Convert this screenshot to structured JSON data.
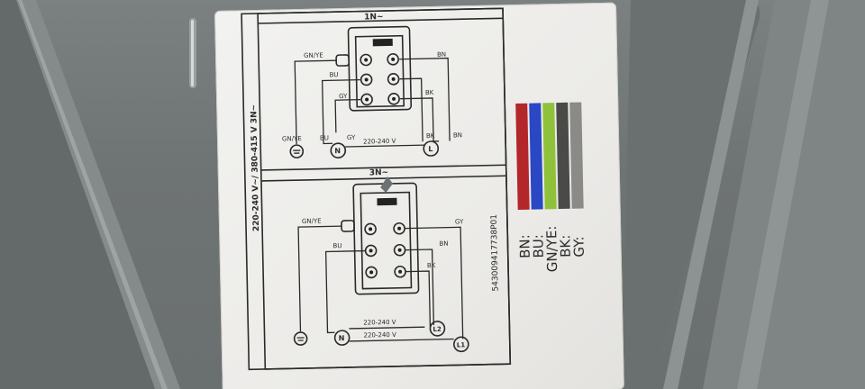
{
  "label": {
    "vertical_voltage": "220-240 V~/ 380-415 V 3N~",
    "part_number": "543009417738P01",
    "top_diagram": {
      "header": "1N~",
      "wire_labels": [
        "GN/YE",
        "BU",
        "BN",
        "BK",
        "GY",
        "GN/YE",
        "BU",
        "GY",
        "BK",
        "BN"
      ],
      "voltage": "220-240 V",
      "terminals": [
        "N",
        "L"
      ]
    },
    "bottom_diagram": {
      "header": "3N~",
      "wire_labels": [
        "GN/YE",
        "BU",
        "GY",
        "BN",
        "BK"
      ],
      "voltages": [
        "220-240 V",
        "220-240 V"
      ],
      "terminals": [
        "N",
        "L2",
        "L1"
      ]
    },
    "legend": [
      {
        "code": "BN:",
        "color": "#b3262a"
      },
      {
        "code": "BU:",
        "color": "#2a48c4"
      },
      {
        "code": "GN/YE:",
        "color": "#8fc23a"
      },
      {
        "code": "BK:",
        "color": "#4a4a48"
      },
      {
        "code": "GY:",
        "color": "#8a8a86"
      }
    ]
  }
}
